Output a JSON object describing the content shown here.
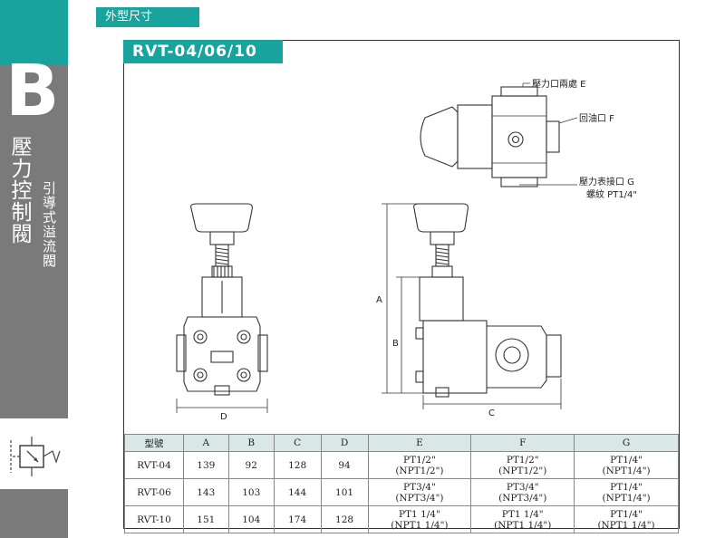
{
  "header": {
    "title": "外型尺寸"
  },
  "sidebar": {
    "letter": "B",
    "title_main": "壓力控制閥",
    "title_sub": "引導式溢流閥"
  },
  "model": {
    "title": "RVT-04/06/10"
  },
  "drawing": {
    "callouts": {
      "e": "壓力口兩處 E",
      "f": "回油口 F",
      "g": "壓力表接口 G",
      "g_thread": "螺紋 PT1/4\""
    },
    "dims": {
      "a": "A",
      "b": "B",
      "c": "C",
      "d": "D"
    }
  },
  "table": {
    "headers": [
      "型號",
      "A",
      "B",
      "C",
      "D",
      "E",
      "F",
      "G"
    ],
    "rows": [
      {
        "model": "RVT-04",
        "a": "139",
        "b": "92",
        "c": "128",
        "d": "94",
        "e1": "PT1/2\"",
        "e2": "(NPT1/2\")",
        "f1": "PT1/2\"",
        "f2": "(NPT1/2\")",
        "g1": "PT1/4\"",
        "g2": "(NPT1/4\")"
      },
      {
        "model": "RVT-06",
        "a": "143",
        "b": "103",
        "c": "144",
        "d": "101",
        "e1": "PT3/4\"",
        "e2": "(NPT3/4\")",
        "f1": "PT3/4\"",
        "f2": "(NPT3/4\")",
        "g1": "PT1/4\"",
        "g2": "(NPT1/4\")"
      },
      {
        "model": "RVT-10",
        "a": "151",
        "b": "104",
        "c": "174",
        "d": "128",
        "e1": "PT1 1/4\"",
        "e2": "(NPT1 1/4\")",
        "f1": "PT1 1/4\"",
        "f2": "(NPT1 1/4\")",
        "g1": "PT1/4\"",
        "g2": "(NPT1 1/4\")"
      }
    ]
  },
  "colors": {
    "accent": "#18a49d",
    "sidebar_gray": "#7a7a7a",
    "table_header": "#d9e8e6"
  }
}
